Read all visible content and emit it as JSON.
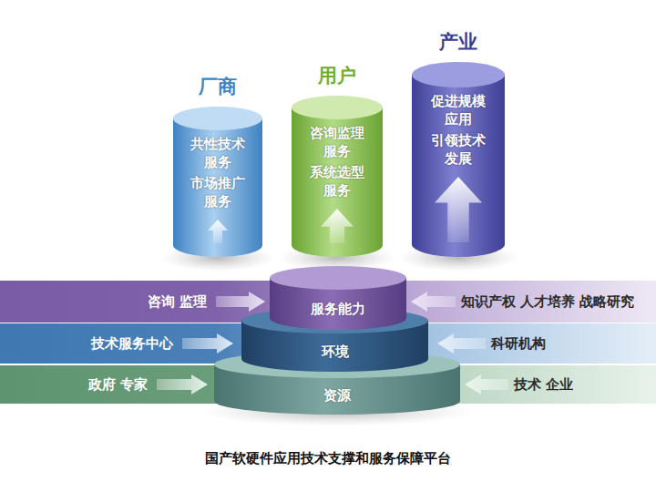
{
  "diagram": {
    "caption": "国产软硬件应用技术支撑和服务保障平台",
    "nodes": [
      {
        "text": [
          "厂商",
          "共性技术 服务",
          "市场推广 服务"
        ]
      },
      {
        "text": [
          "用户",
          "咨询监理 服务",
          "系统选型 服务"
        ]
      },
      {
        "text": [
          "产业",
          "促进规模 应用",
          "引领技术 发展"
        ]
      },
      {
        "text": [
          "咨询 监理",
          "知识产权 人才培养 战略研究"
        ]
      },
      {
        "text": [
          "服务能力"
        ]
      },
      {
        "text": [
          "技术服务中心",
          "科研机构"
        ]
      },
      {
        "text": [
          "环境"
        ]
      },
      {
        "text": [
          "政府 专家",
          "技术 企业"
        ]
      },
      {
        "text": [
          "资源"
        ]
      }
    ]
  }
}
